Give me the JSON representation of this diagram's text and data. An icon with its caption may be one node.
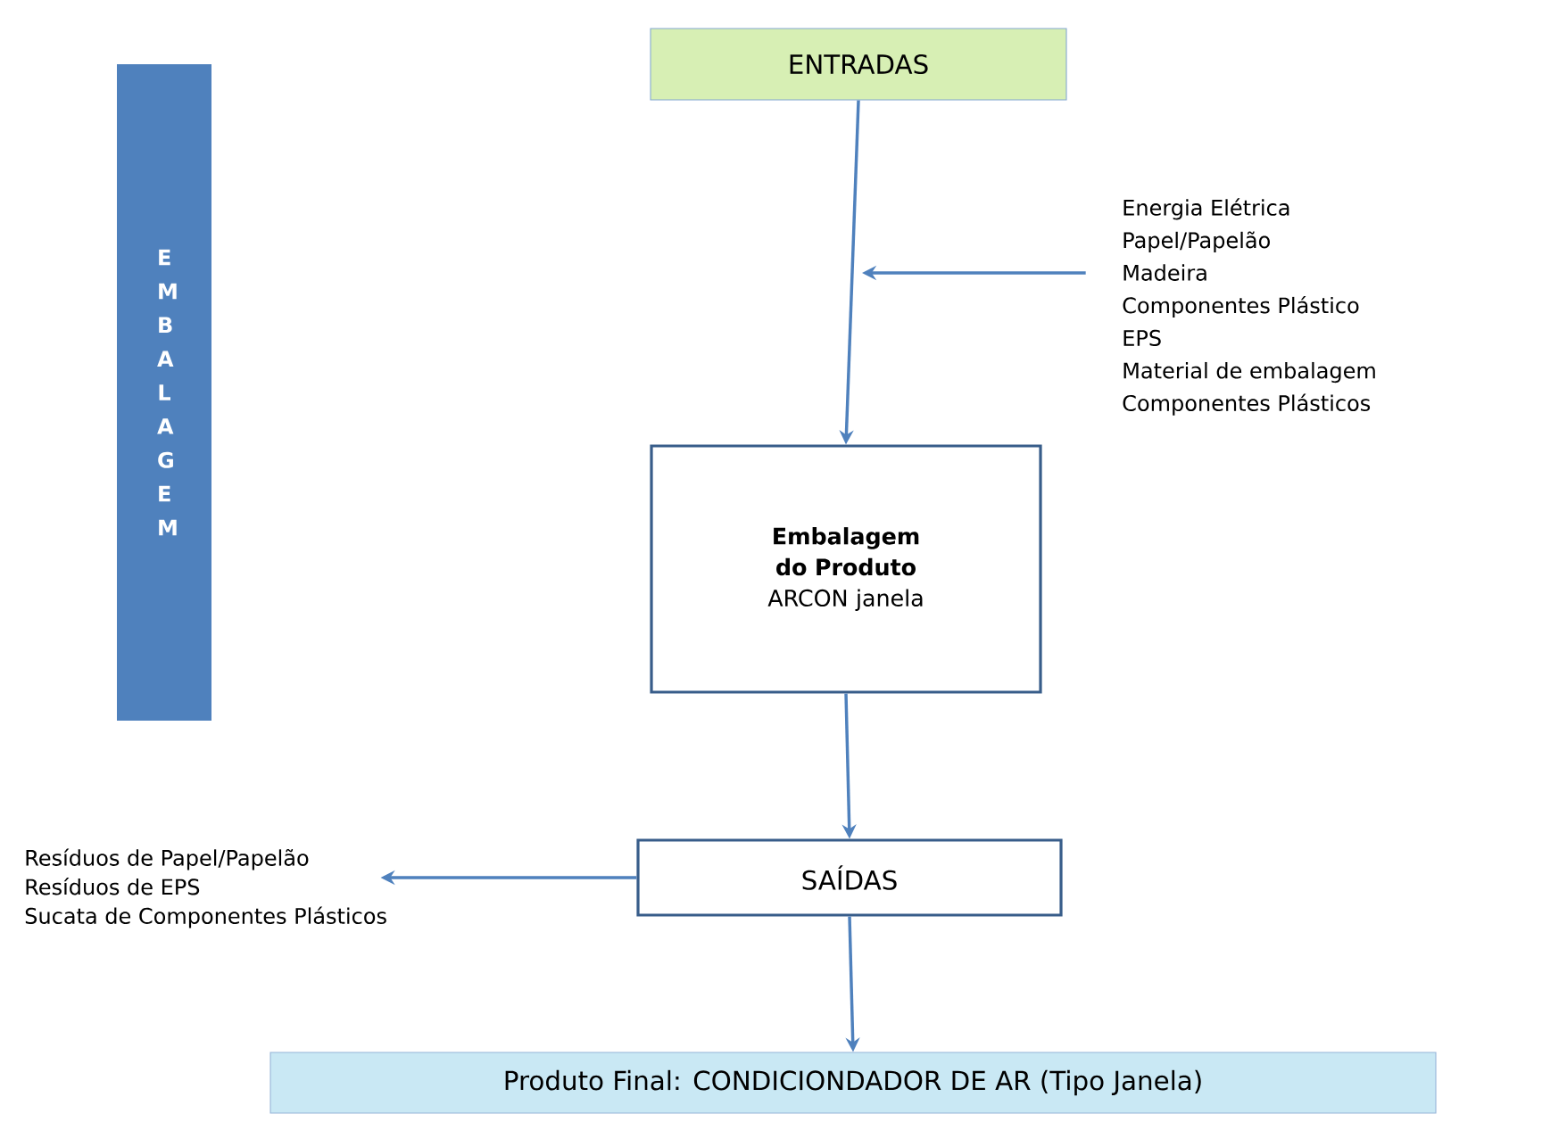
{
  "diagram": {
    "nodes": [
      {
        "text": [
          "E M B A L A G E M"
        ]
      },
      {
        "text": [
          "ENTRADAS"
        ]
      },
      {
        "text": [
          "Energia Elétrica",
          "Papel/Papelão",
          "Madeira",
          "Componentes Plástico",
          "EPS",
          "Material de embalagem",
          "Componentes Plásticos"
        ]
      },
      {
        "text": [
          "Embalagem do Produto",
          "ARCON janela"
        ]
      },
      {
        "text": [
          "SAÍDAS"
        ]
      },
      {
        "text": [
          "Resíduos de Papel/Papelão",
          "Resíduos de EPS",
          "Sucata de Componentes Plásticos"
        ]
      },
      {
        "text": [
          "Produto Final: CONDICIONDADOR DE AR (Tipo Janela)"
        ]
      }
    ],
    "edges": [
      {
        "from": 1,
        "to": 3,
        "arrow": "to"
      },
      {
        "from": 2,
        "to": null,
        "arrow": "to"
      },
      {
        "from": 3,
        "to": 4,
        "arrow": "to"
      },
      {
        "from": 4,
        "to": 5,
        "arrow": "to"
      },
      {
        "from": 4,
        "to": 6,
        "arrow": "to"
      }
    ]
  }
}
